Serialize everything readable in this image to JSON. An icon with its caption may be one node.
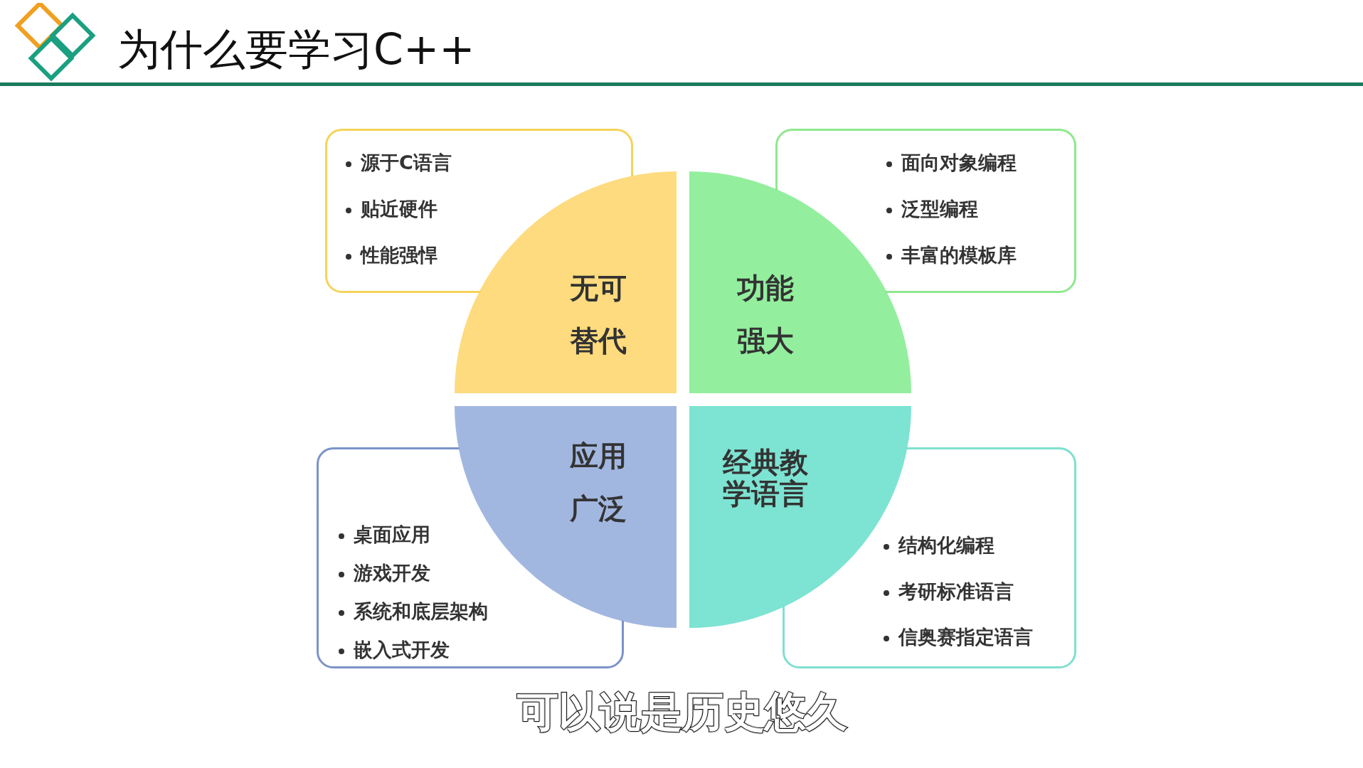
{
  "diagram": {
    "title": "为什么要学习C++",
    "nodes": [
      {
        "text": [
          "源于C语言",
          "贴近硬件",
          "性能强悍"
        ]
      },
      {
        "text": [
          "无可替代"
        ]
      },
      {
        "text": [
          "功能强大"
        ]
      },
      {
        "text": [
          "面向对象编程",
          "泛型编程",
          "丰富的模板库"
        ]
      },
      {
        "text": [
          "桌面应用",
          "游戏开发",
          "系统和底层架构",
          "嵌入式开发"
        ]
      },
      {
        "text": [
          "应用广泛"
        ]
      },
      {
        "text": [
          "经典教学语言"
        ]
      },
      {
        "text": [
          "结构化编程",
          "考研标准语言",
          "信奥赛指定语言"
        ]
      }
    ],
    "labels": [
      "可以说是历史悠久"
    ]
  }
}
